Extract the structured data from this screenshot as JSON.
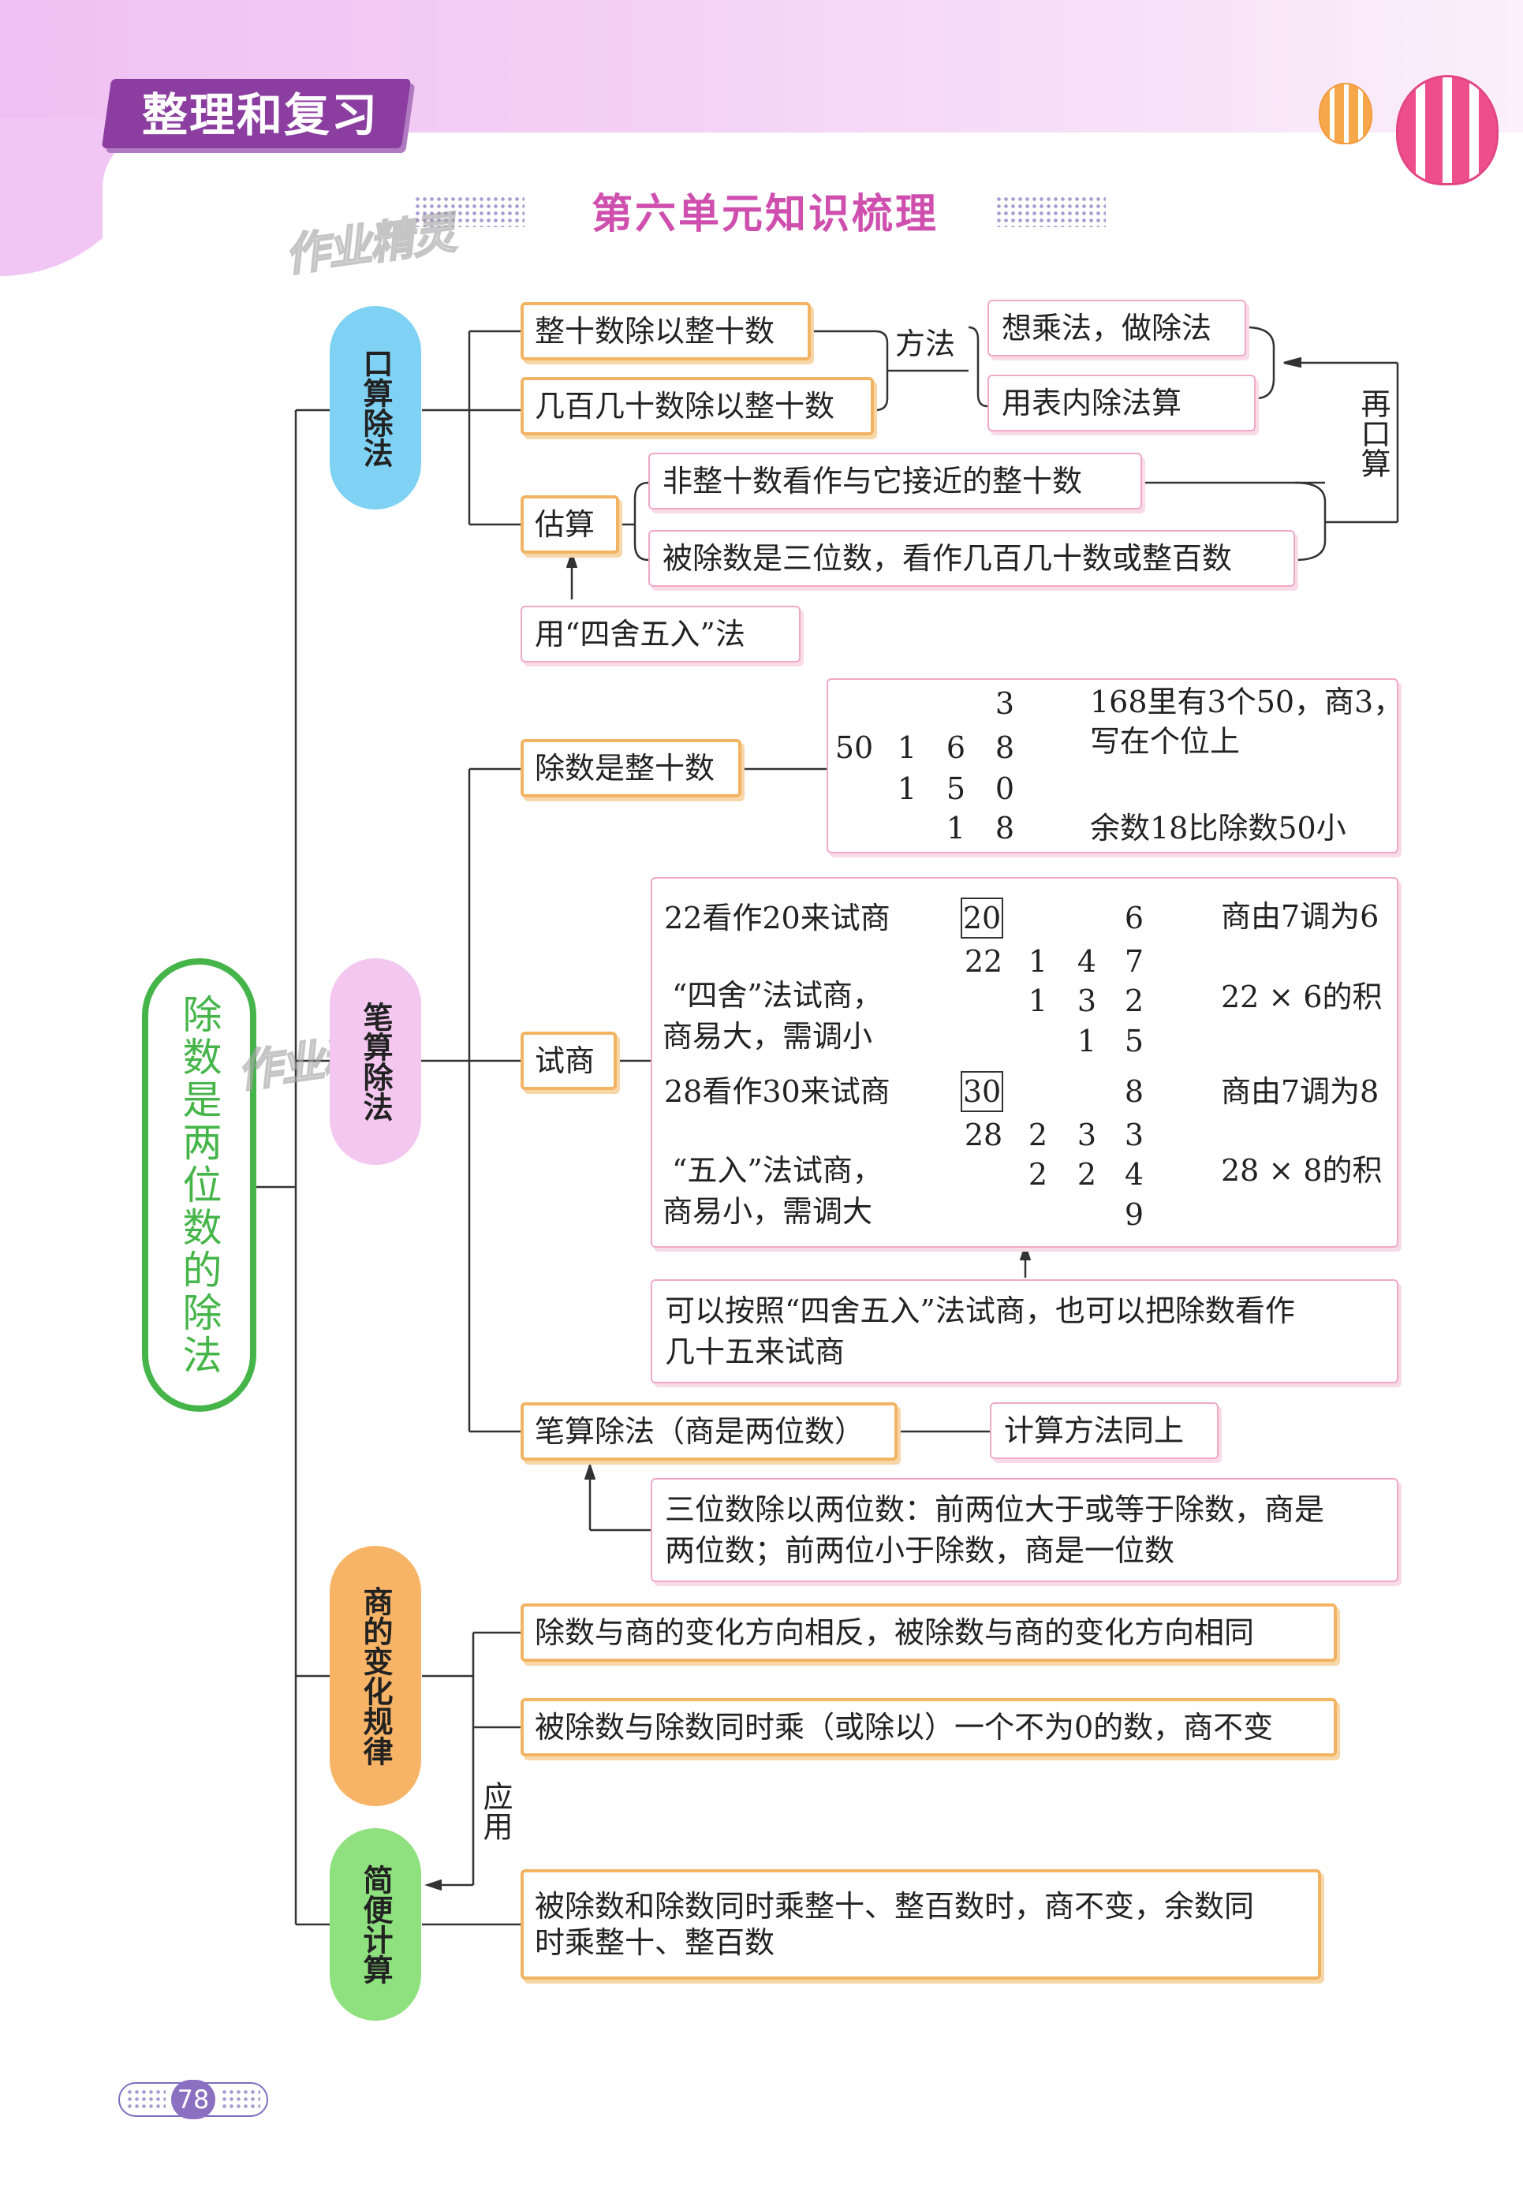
{
  "header": {
    "section_label": "整理和复习",
    "title": "第六单元知识梳理"
  },
  "watermark": "作业精灵",
  "root": "除数是两位数的除法",
  "categories": {
    "oral": "口算除法",
    "written": "笔算除法",
    "quotient_rule": "商的变化规律",
    "simple_calc": "简便计算"
  },
  "oral": {
    "item1": "整十数除以整十数",
    "item2": "几百几十数除以整十数",
    "method_label": "方法",
    "method1": "想乘法，做除法",
    "method2": "用表内除法算",
    "recalc_label": "再口算",
    "estimate": "估算",
    "estimate1": "非整十数看作与它接近的整十数",
    "estimate2": "被除数是三位数，看作几百几十数或整百数",
    "rounding": "用“四舍五入”法"
  },
  "written": {
    "divisor_tens": "除数是整十数",
    "ex1": {
      "quotient": "3",
      "divisor": "50",
      "dividend": [
        "1",
        "6",
        "8"
      ],
      "product": [
        "1",
        "5",
        "0"
      ],
      "remainder": [
        "1",
        "8"
      ],
      "note1_line1": "168里有3个50，商3，",
      "note1_line2": "写在个位上",
      "note2": "余数18比除数50小"
    },
    "trial": "试商",
    "ex2": {
      "approx_note": "22看作20来试商",
      "approx": "20",
      "quotient": "6",
      "divisor": "22",
      "dividend": [
        "1",
        "4",
        "7"
      ],
      "product": [
        "1",
        "3",
        "2"
      ],
      "remainder": [
        "1",
        "5"
      ],
      "explain_line1": "“四舍”法试商，",
      "explain_line2": "商易大，需调小",
      "adjust": "商由7调为6",
      "product_note": "22 × 6的积"
    },
    "ex3": {
      "approx_note": "28看作30来试商",
      "approx": "30",
      "quotient": "8",
      "divisor": "28",
      "dividend": [
        "2",
        "3",
        "3"
      ],
      "product": [
        "2",
        "2",
        "4"
      ],
      "remainder": [
        "9"
      ],
      "explain_line1": "“五入”法试商，",
      "explain_line2": "商易小，需调大",
      "adjust": "商由7调为8",
      "product_note": "28 × 8的积"
    },
    "trial_tip_line1": "可以按照“四舍五入”法试商，也可以把除数看作",
    "trial_tip_line2": "几十五来试商",
    "two_digit": "笔算除法（商是两位数）",
    "same_method": "计算方法同上",
    "two_digit_tip_line1": "三位数除以两位数：前两位大于或等于除数，商是",
    "two_digit_tip_line2": "两位数；前两位小于除数，商是一位数"
  },
  "quotient_rule": {
    "rule1": "除数与商的变化方向相反，被除数与商的变化方向相同",
    "rule2": "被除数与除数同时乘（或除以）一个不为0的数，商不变",
    "apply_label": "应用"
  },
  "simple_calc": {
    "rule_line1": "被除数和除数同时乘整十、整百数时，商不变，余数同",
    "rule_line2": "时乘整十、整百数"
  },
  "page_number": "78",
  "colors": {
    "root_green": "#45b549",
    "oral_blue": "#7fd2f3",
    "written_pink": "#f3c7f0",
    "rule_orange": "#f8b466",
    "simple_green": "#8fe07e",
    "box_orange": "#f2b463",
    "box_pink": "#f0a9c4",
    "title_pink": "#cf4fae",
    "banner_purple": "#8b3ea0"
  }
}
